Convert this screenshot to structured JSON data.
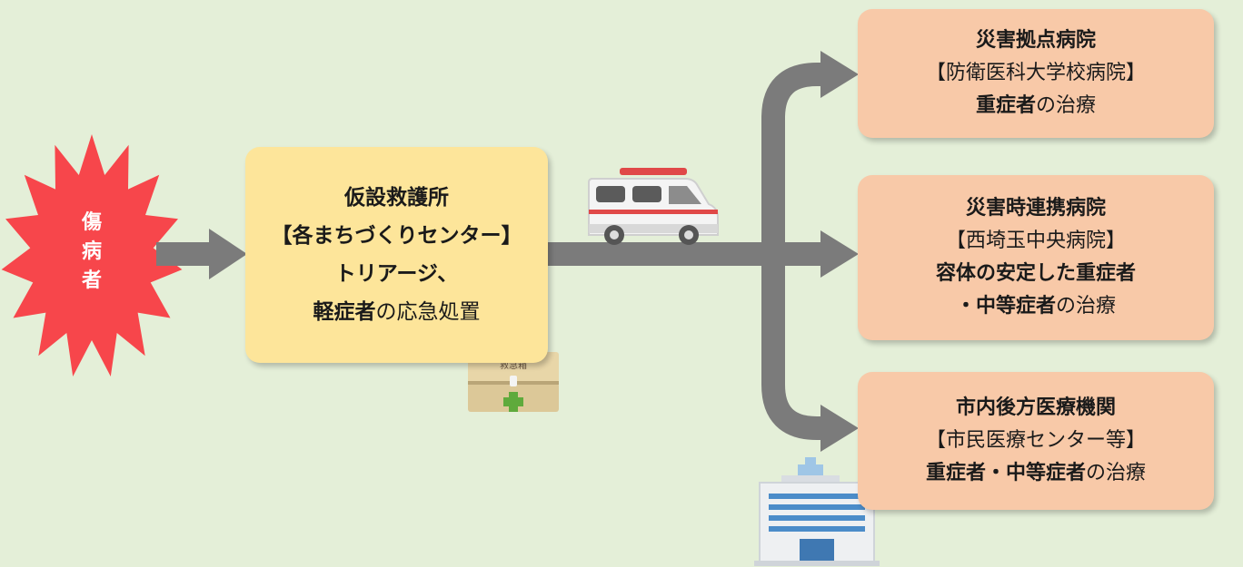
{
  "injured": {
    "chars": [
      "傷",
      "病",
      "者"
    ],
    "color": "#f7464b"
  },
  "center_box": {
    "title": "仮設救護所",
    "subtitle": "【各まちづくりセンター】",
    "line3": "トリアージ、",
    "line4_bold": "軽症者",
    "line4_normal": "の応急処置",
    "color": "#fde59a"
  },
  "hospitals": [
    {
      "title": "災害拠点病院",
      "subtitle": "【防衛医科大学校病院】",
      "desc_bold": "重症者",
      "desc_normal": "の治療"
    },
    {
      "title": "災害時連携病院",
      "subtitle": "【西埼玉中央病院】",
      "desc_line1": "容体の安定した重症者",
      "desc_bold": "・中等症者",
      "desc_normal": "の治療"
    },
    {
      "title": "市内後方医療機関",
      "subtitle": "【市民医療センター等】",
      "desc_bold": "重症者・中等症者",
      "desc_normal": "の治療"
    }
  ],
  "first_aid_kit": {
    "label": "救急箱"
  },
  "colors": {
    "arrow": "#7b7b7b",
    "hospital_box": "#f8c9a8",
    "background": "#e4efd8"
  },
  "icons": [
    "ambulance-icon",
    "first-aid-kit-icon",
    "hospital-building-icon",
    "burst-star-icon"
  ]
}
